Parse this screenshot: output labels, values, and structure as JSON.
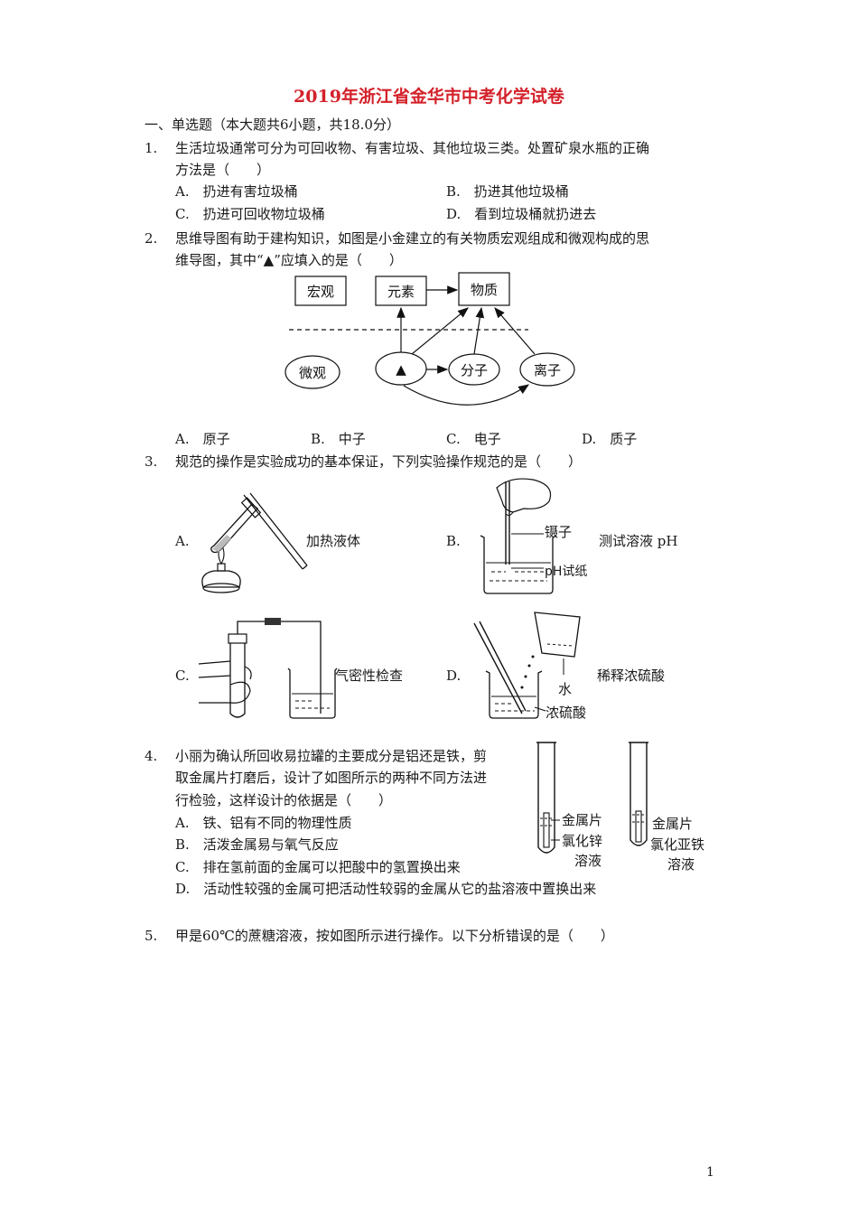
{
  "title": "2019年浙江省金华市中考化学试卷",
  "section": "一、单选题（本大题共6小题，共18.0分）",
  "q1": {
    "num": "1.",
    "line1": "生活垃圾通常可分为可回收物、有害垃圾、其他垃圾三类。处置矿泉水瓶的正确",
    "line2": "方法是（　　）",
    "A": "A.　扔进有害垃圾桶",
    "B": "B.　扔进其他垃圾桶",
    "C": "C.　扔进可回收物垃圾桶",
    "D": "D.　看到垃圾桶就扔进去"
  },
  "q2": {
    "num": "2.",
    "line1": "思维导图有助于建构知识，如图是小金建立的有关物质宏观组成和微观构成的思",
    "line2": "维导图，其中“▲”应填入的是（　　）",
    "diagram": {
      "macro": "宏观",
      "element": "元素",
      "substance": "物质",
      "micro": "微观",
      "triangle": "▲",
      "molecule": "分子",
      "ion": "离子"
    },
    "A": "A.　原子",
    "B": "B.　中子",
    "C": "C.　电子",
    "D": "D.　质子"
  },
  "q3": {
    "num": "3.",
    "line1": "规范的操作是实验成功的基本保证，下列实验操作规范的是（　　）",
    "A_letter": "A.",
    "A_text": "加热液体",
    "B_letter": "B.",
    "B_tweezers": "镊子",
    "B_paper": "pH试纸",
    "B_text": "测试溶液 pH",
    "C_letter": "C.",
    "C_text": "气密性检查",
    "D_letter": "D.",
    "D_water": "水",
    "D_acid": "浓硫酸",
    "D_text": "稀释浓硫酸"
  },
  "q4": {
    "num": "4.",
    "line1": "小丽为确认所回收易拉罐的主要成分是铝还是铁，剪",
    "line2": "取金属片打磨后，设计了如图所示的两种不同方法进",
    "line3": "行检验，这样设计的依据是（　　）",
    "fig": {
      "metal1": "金属片",
      "sol1a": "氯化锌",
      "sol1b": "溶液",
      "metal2": "金属片",
      "sol2a": "氯化亚铁",
      "sol2b": "溶液"
    },
    "A": "A.　铁、铝有不同的物理性质",
    "B": "B.　活泼金属易与氧气反应",
    "C": "C.　排在氢前面的金属可以把酸中的氢置换出来",
    "D": "D.　活动性较强的金属可把活动性较弱的金属从它的盐溶液中置换出来"
  },
  "q5": {
    "num": "5.",
    "line1": "甲是60℃的蔗糖溶液，按如图所示进行操作。以下分析错误的是（　　）"
  },
  "page_number": "1"
}
